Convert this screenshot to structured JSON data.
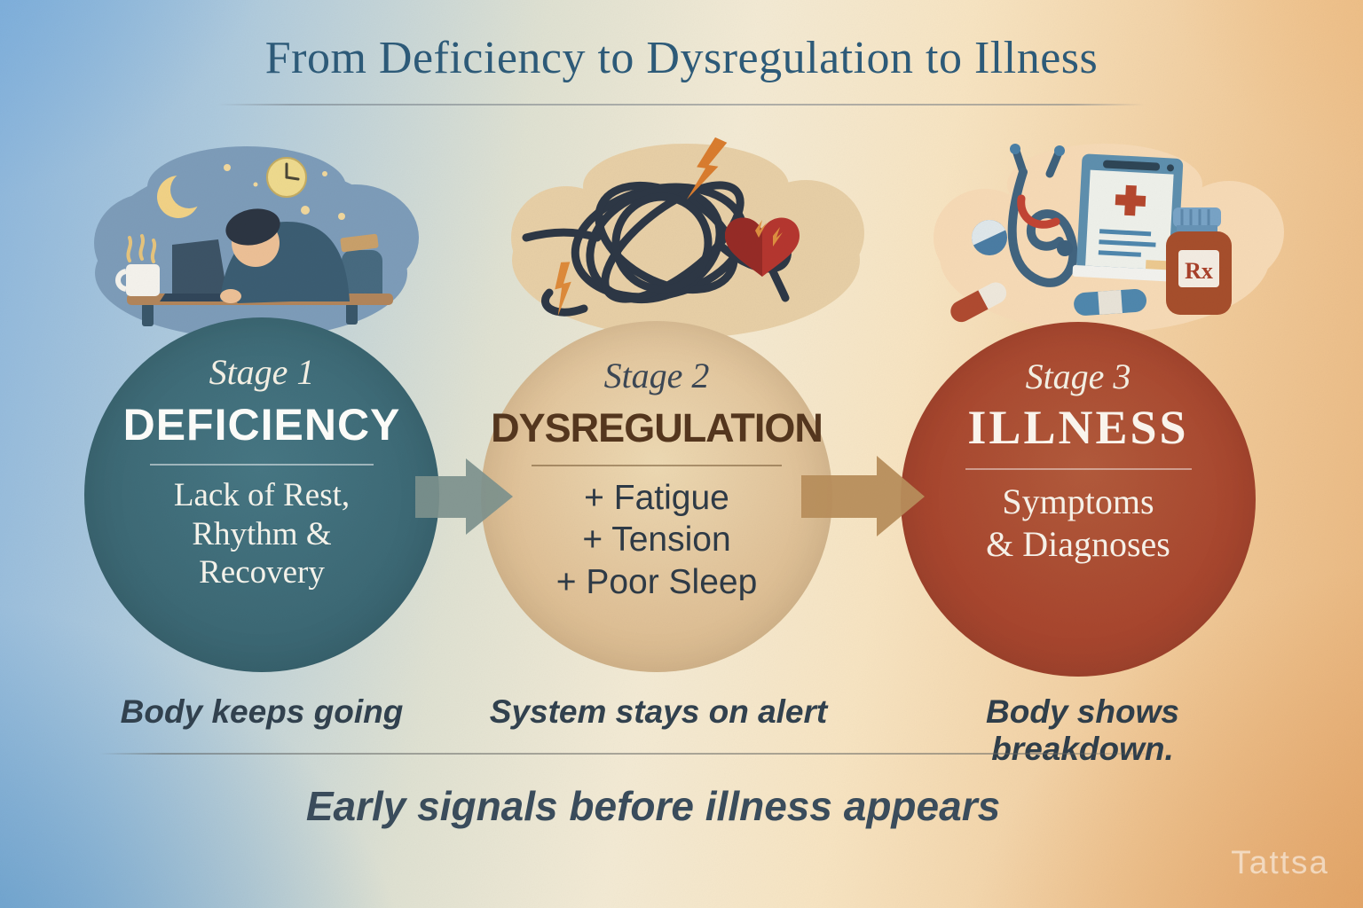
{
  "title": "From Deficiency to Dysregulation to Illness",
  "stages": [
    {
      "label": "Stage 1",
      "name": "DEFICIENCY",
      "lines": [
        "Lack of Rest,",
        "Rhythm &",
        "Recovery"
      ],
      "caption": "Body keeps going",
      "icon": "overworked-person-at-laptop-night-scene",
      "circle_color": "#3d6a75",
      "text_color": "#ffffff"
    },
    {
      "label": "Stage 2",
      "name": "DYSREGULATION",
      "lines": [
        "+ Fatigue",
        "+ Tension",
        "+ Poor Sleep"
      ],
      "caption": "System stays on alert",
      "icon": "tangled-scribble-heart-lightning-scene",
      "circle_color": "#ddbf93",
      "text_color": "#54361e"
    },
    {
      "label": "Stage 3",
      "name": "ILLNESS",
      "lines": [
        "Symptoms",
        "& Diagnoses"
      ],
      "caption": "Body shows breakdown.",
      "icon": "stethoscope-chart-prescription-scene",
      "rx_label": "Rx",
      "circle_color": "#a8462e",
      "text_color": "#ffffff"
    }
  ],
  "footer": "Early signals before illness appears",
  "watermark": "Tattsa",
  "accent_colors": {
    "title": "#2d5b79",
    "arrow_1": "#7d918d",
    "arrow_2": "#b88e5c",
    "background_left": "#8cb6dc",
    "background_right": "#e9b67e"
  }
}
